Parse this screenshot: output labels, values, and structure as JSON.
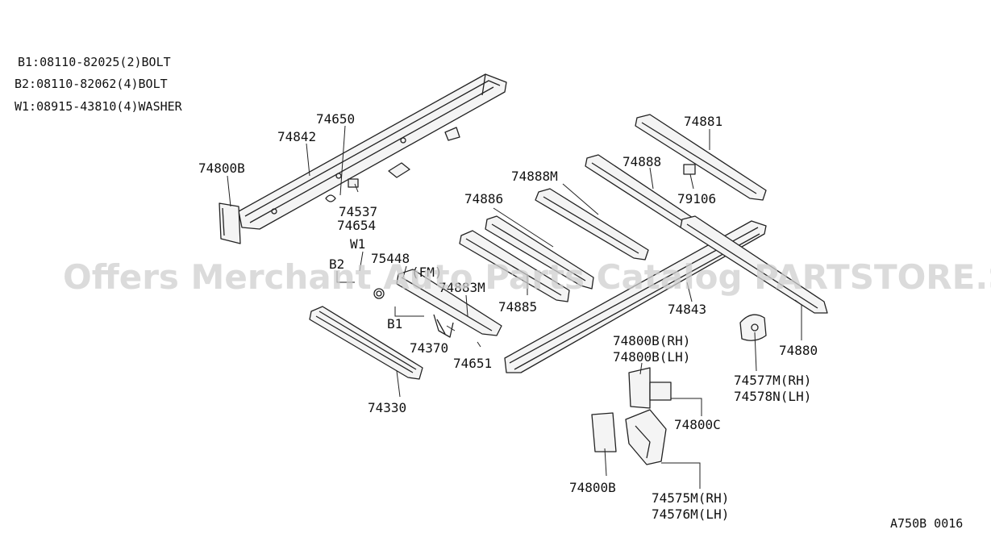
{
  "notes": [
    "B1:08110-82025(2)BOLT",
    "B2:08110-82062(4)BOLT",
    "W1:08915-43810(4)WASHER"
  ],
  "watermark": "Offers Merchant Auto Parts Catalog PARTSTORE.SA",
  "diagram_code": "A750B 0016",
  "labels": {
    "p74650": "74650",
    "p74842": "74842",
    "p74800B_a": "74800B",
    "p74537": "74537",
    "p74654": "74654",
    "pW1": "W1",
    "pB2": "B2",
    "p75448": "75448",
    "p75448_note": "(FM)",
    "p74883M": "74883M",
    "pB1": "B1",
    "p74370": "74370",
    "p74651": "74651",
    "p74330": "74330",
    "p74886": "74886",
    "p74885": "74885",
    "p74888M": "74888M",
    "p74888": "74888",
    "p74881": "74881",
    "p79106": "79106",
    "p74843": "74843",
    "p74880": "74880",
    "p74800B_rh": "74800B(RH)",
    "p74800B_lh": "74800B(LH)",
    "p74577M": "74577M(RH)",
    "p74578N": "74578N(LH)",
    "p74800C": "74800C",
    "p74800B_b": "74800B",
    "p74575M": "74575M(RH)",
    "p74576M": "74576M(LH)"
  }
}
